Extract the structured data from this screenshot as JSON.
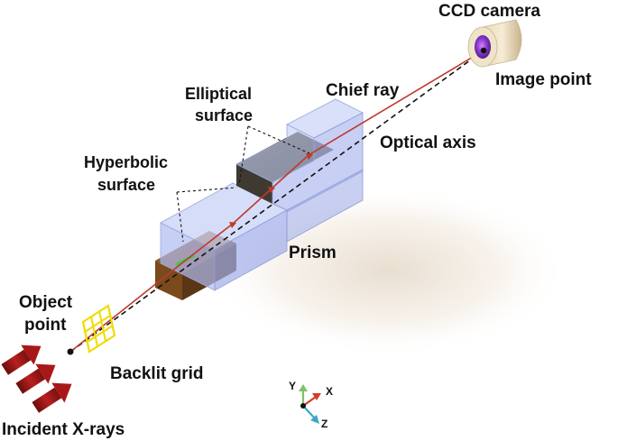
{
  "labels": {
    "ccd_camera": "CCD camera",
    "image_point": "Image point",
    "chief_ray": "Chief ray",
    "elliptical_surface_line1": "Elliptical",
    "elliptical_surface_line2": "surface",
    "optical_axis": "Optical axis",
    "hyperbolic_surface_line1": "Hyperbolic",
    "hyperbolic_surface_line2": "surface",
    "prism": "Prism",
    "object_point_line1": "Object",
    "object_point_line2": "point",
    "backlit_grid": "Backlit grid",
    "incident_xrays": "Incident X-rays"
  },
  "axes_triad": {
    "y": "Y",
    "x": "X",
    "z": "Z"
  },
  "colors": {
    "chief_ray": "#c0392b",
    "optical_axis": "#111111",
    "prism_fill": "#b8c4f0",
    "mirror_dark": "#5a554a",
    "mirror_bronze": "#8a5a2a",
    "grid_yellow": "#f5e000",
    "xray_arrow": "#a01818",
    "axis_x": "#d63a2a",
    "axis_y": "#7cc26a",
    "axis_z": "#3aa6c8",
    "camera_lens": "#7a2cc8"
  }
}
